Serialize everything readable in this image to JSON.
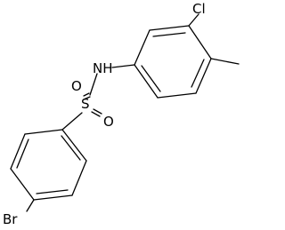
{
  "molecule": {
    "atoms": {
      "br": "Br",
      "s": "S",
      "o_top": "O",
      "o_bottom": "O",
      "nh": "NH",
      "cl": "Cl"
    },
    "colors": {
      "bond": "#000000",
      "text": "#000000",
      "background": "#ffffff"
    }
  }
}
